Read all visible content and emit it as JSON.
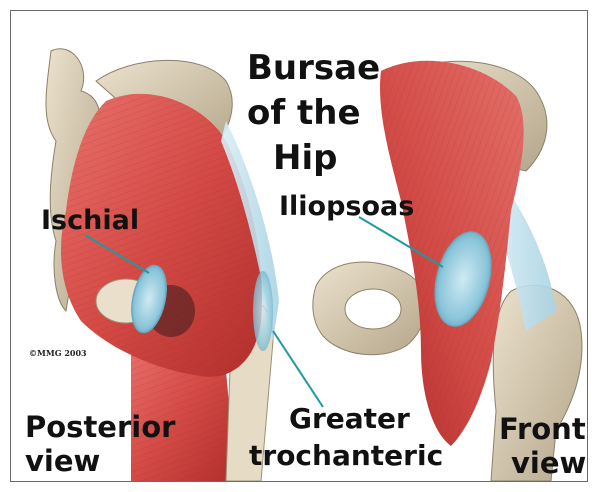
{
  "title": {
    "line1": "Bursae",
    "line2": "of the",
    "line3": "Hip"
  },
  "labels": {
    "ischial": "Ischial",
    "iliopsoas": "Iliopsoas",
    "posterior_line1": "Posterior",
    "posterior_line2": "view",
    "greater_line1": "Greater",
    "greater_line2": "trochanteric",
    "front_line1": "Front",
    "front_line2": "view"
  },
  "copyright": "©MMG 2003",
  "colors": {
    "muscle": "#d9534f",
    "muscle_dark": "#b8322f",
    "bone": "#d8cbb0",
    "bone_dark": "#9c8f78",
    "bursa": "#8fc9dd",
    "pointer_line": "#1f9aa0",
    "text": "#111111"
  }
}
